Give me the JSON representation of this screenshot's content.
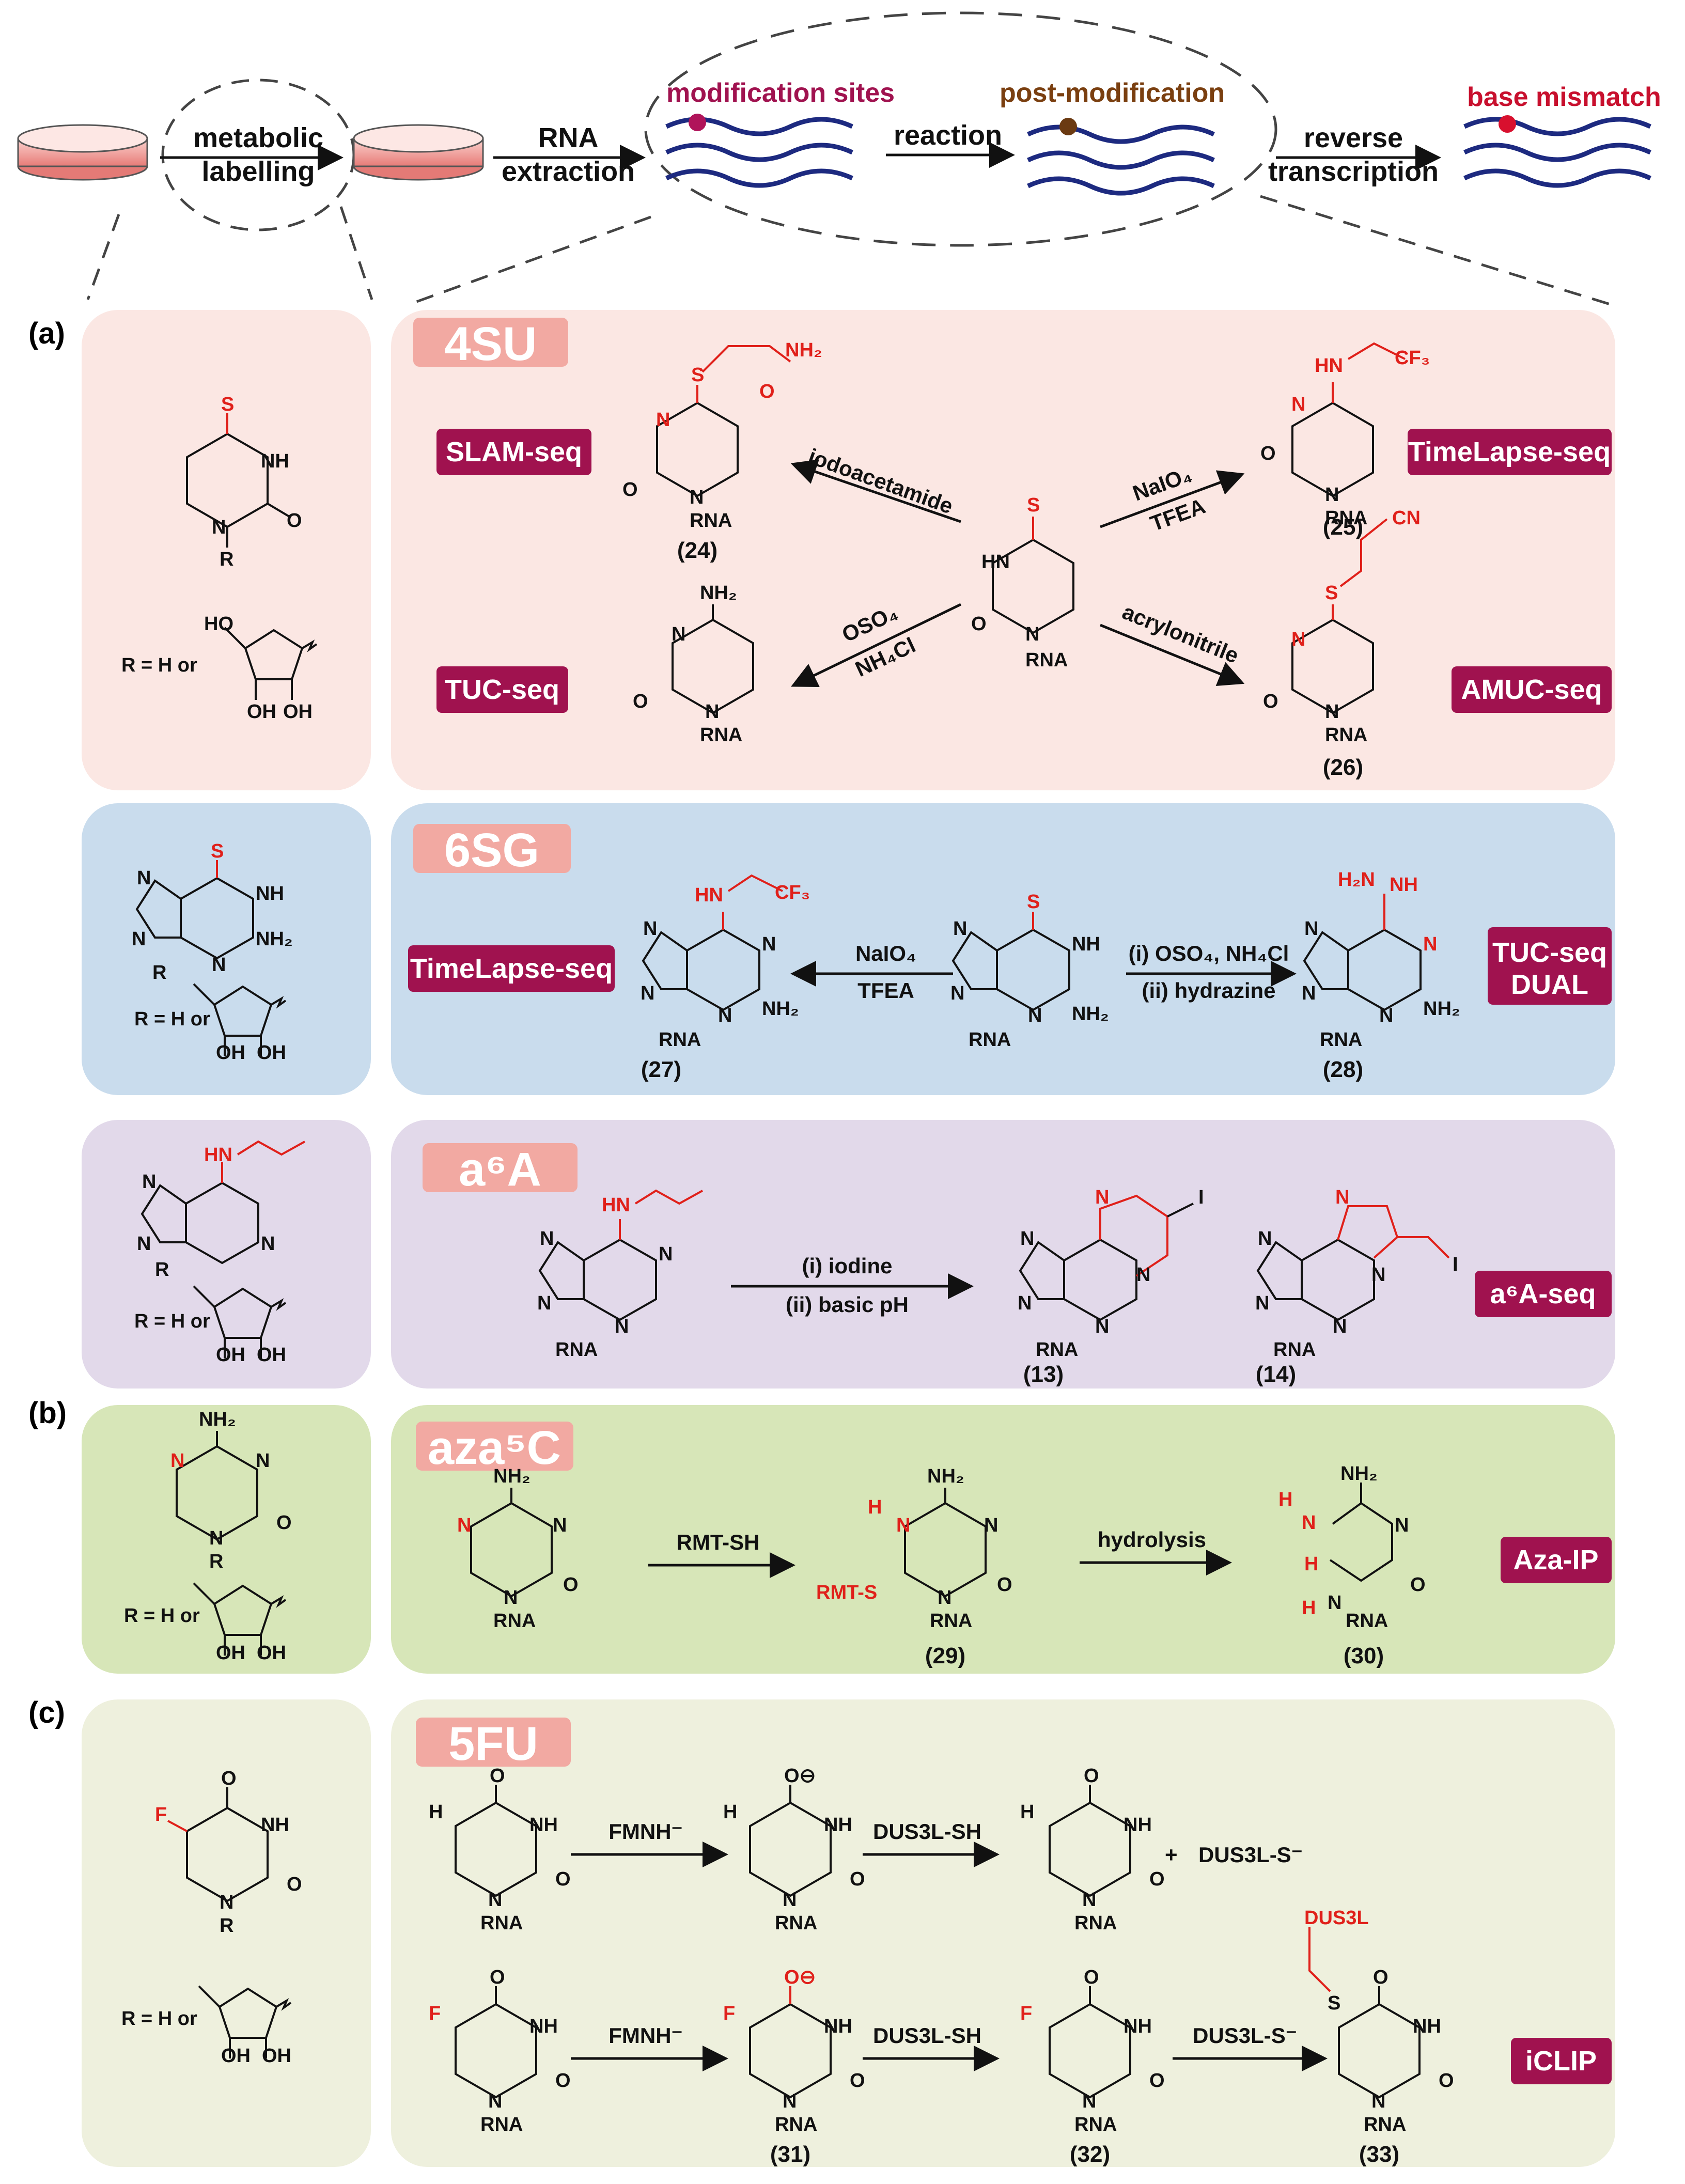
{
  "workflow": {
    "step_metabolic": [
      "metabolic",
      "labelling"
    ],
    "step_rna": [
      "RNA",
      "extraction"
    ],
    "step_reaction": "reaction",
    "step_reverse": [
      "reverse",
      "transcription"
    ],
    "label_modification_sites": "modification sites",
    "label_post_modification": "post-modification",
    "label_base_mismatch": "base mismatch"
  },
  "panels": {
    "a": "(a)",
    "b": "(b)",
    "c": "(c)"
  },
  "colors": {
    "pink_bg": "#fbe7e3",
    "blue_bg": "#c9dced",
    "purple_bg": "#e2d9ea",
    "green_bg": "#d7e6b8",
    "cream_bg": "#eef0dd",
    "title_bg": "#f2a9a2",
    "tag_bg": "#a0124f",
    "strand": "#1d2a80",
    "red": "#e0201a",
    "dot_mod": "#b0145a",
    "dot_post": "#6b3a12",
    "dot_mismatch": "#d8102e"
  },
  "r_label": "R = H or",
  "sections": {
    "s4u": {
      "title": "4SU",
      "tags": [
        "SLAM-seq",
        "TimeLapse-seq",
        "TUC-seq",
        "AMUC-seq"
      ],
      "reagents": {
        "iodo": "iodoacetamide",
        "naio4": "NaIO₄",
        "tfea": "TFEA",
        "oso4": "OSO₄",
        "nh4cl": "NH₄Cl",
        "acryl": "acrylonitrile"
      },
      "compounds": [
        "(24)",
        "(25)",
        "(26)"
      ]
    },
    "s6sg": {
      "title": "6SG",
      "tags": [
        "TimeLapse-seq",
        "TUC-seq",
        "DUAL"
      ],
      "reagents": {
        "naio4": "NaIO₄",
        "tfea": "TFEA",
        "step1": "(i) OSO₄, NH₄Cl",
        "step2": "(ii) hydrazine"
      },
      "compounds": [
        "(27)",
        "(28)"
      ]
    },
    "a6a": {
      "title": "a⁶A",
      "tags": [
        "a⁶A-seq"
      ],
      "reagents": {
        "step1": "(i) iodine",
        "step2": "(ii) basic pH"
      },
      "compounds": [
        "(13)",
        "(14)"
      ]
    },
    "aza": {
      "title": "aza⁵C",
      "tags": [
        "Aza-IP"
      ],
      "reagents": {
        "rmt": "RMT-SH",
        "hydro": "hydrolysis"
      },
      "compounds": [
        "(29)",
        "(30)"
      ]
    },
    "fu": {
      "title": "5FU",
      "tags": [
        "iCLIP"
      ],
      "reagents": {
        "fmnh": "FMNH⁻",
        "dus": "DUS3L-SH",
        "plus": "+",
        "dus_anion": "DUS3L-S⁻",
        "dus_attach": "DUS3L"
      },
      "compounds": [
        "(31)",
        "(32)",
        "(33)"
      ]
    }
  }
}
